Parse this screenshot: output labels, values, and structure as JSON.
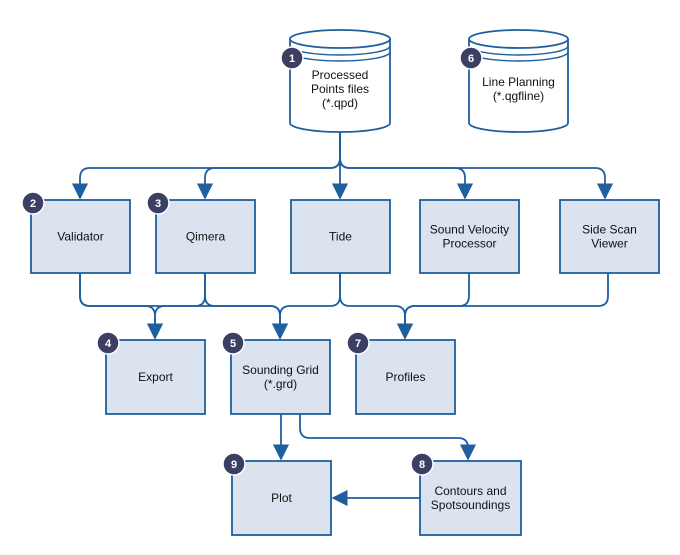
{
  "theme": {
    "box_fill": "#dbe3ef",
    "box_stroke": "#1f5f9f",
    "arrow": "#1f5f9f",
    "badge_fill": "#3c3f63",
    "badge_text": "#ffffff",
    "text": "#111111"
  },
  "nodes": [
    {
      "id": "qpd",
      "badge": "1",
      "lines": [
        "Processed",
        "Points files",
        "(*.qpd)"
      ],
      "shape": "database"
    },
    {
      "id": "qgfline",
      "badge": "6",
      "lines": [
        "Line Planning",
        "(*.qgfline)"
      ],
      "shape": "database"
    },
    {
      "id": "validator",
      "badge": "2",
      "lines": [
        "Validator"
      ],
      "shape": "box"
    },
    {
      "id": "qimera",
      "badge": "3",
      "lines": [
        "Qimera"
      ],
      "shape": "box"
    },
    {
      "id": "tide",
      "badge": "",
      "lines": [
        "Tide"
      ],
      "shape": "box"
    },
    {
      "id": "svp",
      "badge": "",
      "lines": [
        "Sound Velocity",
        "Processor"
      ],
      "shape": "box"
    },
    {
      "id": "sidescan",
      "badge": "",
      "lines": [
        "Side Scan",
        "Viewer"
      ],
      "shape": "box"
    },
    {
      "id": "export",
      "badge": "4",
      "lines": [
        "Export"
      ],
      "shape": "box"
    },
    {
      "id": "grid",
      "badge": "5",
      "lines": [
        "Sounding Grid",
        "(*.grd)"
      ],
      "shape": "box"
    },
    {
      "id": "profiles",
      "badge": "7",
      "lines": [
        "Profiles"
      ],
      "shape": "box"
    },
    {
      "id": "plot",
      "badge": "9",
      "lines": [
        "Plot"
      ],
      "shape": "box"
    },
    {
      "id": "contours",
      "badge": "8",
      "lines": [
        "Contours and",
        "Spotsoundings"
      ],
      "shape": "box"
    }
  ],
  "edges": [
    {
      "from": "qpd",
      "to": "validator"
    },
    {
      "from": "qpd",
      "to": "qimera"
    },
    {
      "from": "qpd",
      "to": "tide"
    },
    {
      "from": "qpd",
      "to": "svp"
    },
    {
      "from": "qpd",
      "to": "sidescan"
    },
    {
      "from": "validator",
      "to": "export"
    },
    {
      "from": "qimera",
      "to": "export"
    },
    {
      "from": "validator",
      "to": "grid"
    },
    {
      "from": "qimera",
      "to": "grid"
    },
    {
      "from": "tide",
      "to": "grid"
    },
    {
      "from": "tide",
      "to": "profiles"
    },
    {
      "from": "svp",
      "to": "profiles"
    },
    {
      "from": "sidescan",
      "to": "profiles"
    },
    {
      "from": "grid",
      "to": "plot"
    },
    {
      "from": "grid",
      "to": "contours"
    },
    {
      "from": "contours",
      "to": "plot"
    }
  ]
}
